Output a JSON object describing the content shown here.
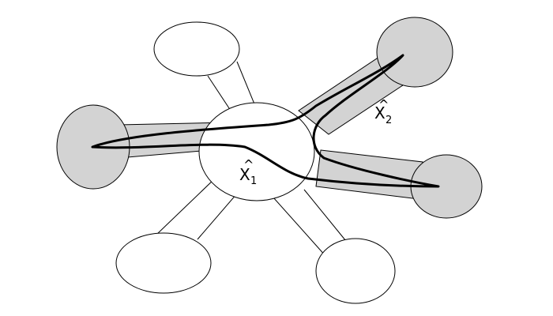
{
  "diagram": {
    "colors": {
      "background": "#ffffff",
      "shaded_fill": "#d3d3d3",
      "unshaded_fill": "#ffffff",
      "stroke": "#000000",
      "curve_stroke": "#000000"
    },
    "labels": {
      "x1": {
        "hat": "^",
        "letter": "X",
        "subscript": "1"
      },
      "x2": {
        "hat": "^",
        "letter": "X",
        "subscript": "2"
      }
    }
  }
}
